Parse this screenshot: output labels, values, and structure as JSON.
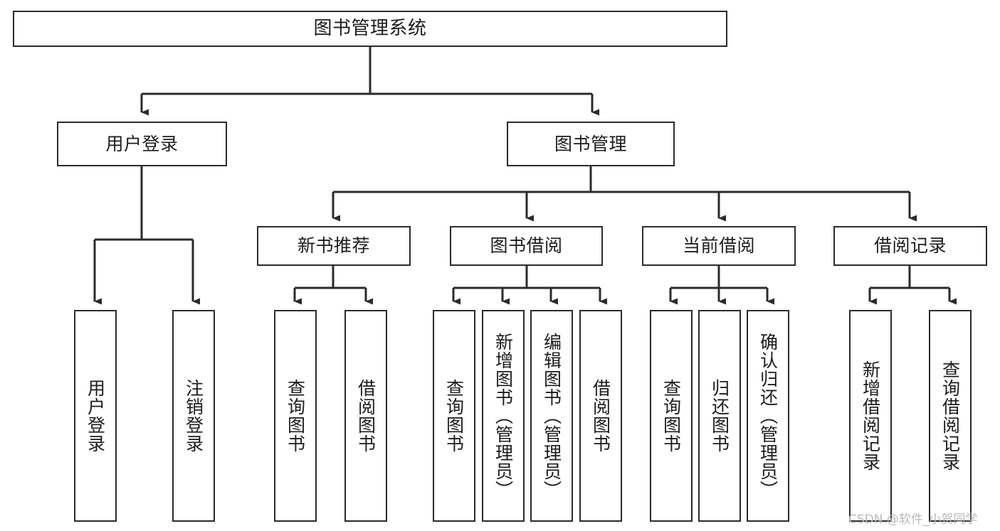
{
  "diagram": {
    "type": "hierarchy-tree",
    "title": "图书管理系统",
    "watermark": "CSDN @软件_小贺同学",
    "colors": {
      "stroke": "#2b2b2b",
      "fill": "#ffffff",
      "text": "#1c1c1c",
      "watermark": "#b9b9b9"
    },
    "levels": {
      "root": {
        "label": "图书管理系统"
      },
      "level1": [
        {
          "label": "用户登录"
        },
        {
          "label": "图书管理"
        }
      ],
      "level2": [
        {
          "label": "新书推荐"
        },
        {
          "label": "图书借阅"
        },
        {
          "label": "当前借阅"
        },
        {
          "label": "借阅记录"
        }
      ],
      "leaves": {
        "user_login": [
          {
            "label": "用户登录"
          },
          {
            "label": "注销登录"
          }
        ],
        "new_book_recommend": [
          {
            "label": "查询图书"
          },
          {
            "label": "借阅图书"
          }
        ],
        "book_borrow": [
          {
            "label": "查询图书"
          },
          {
            "label": "新增图书（管理员）"
          },
          {
            "label": "编辑图书（管理员）"
          },
          {
            "label": "借阅图书"
          }
        ],
        "current_borrow": [
          {
            "label": "查询图书"
          },
          {
            "label": "归还图书"
          },
          {
            "label": "确认归还（管理员）"
          }
        ],
        "borrow_record": [
          {
            "label": "新增借阅记录"
          },
          {
            "label": "查询借阅记录"
          }
        ]
      }
    }
  }
}
